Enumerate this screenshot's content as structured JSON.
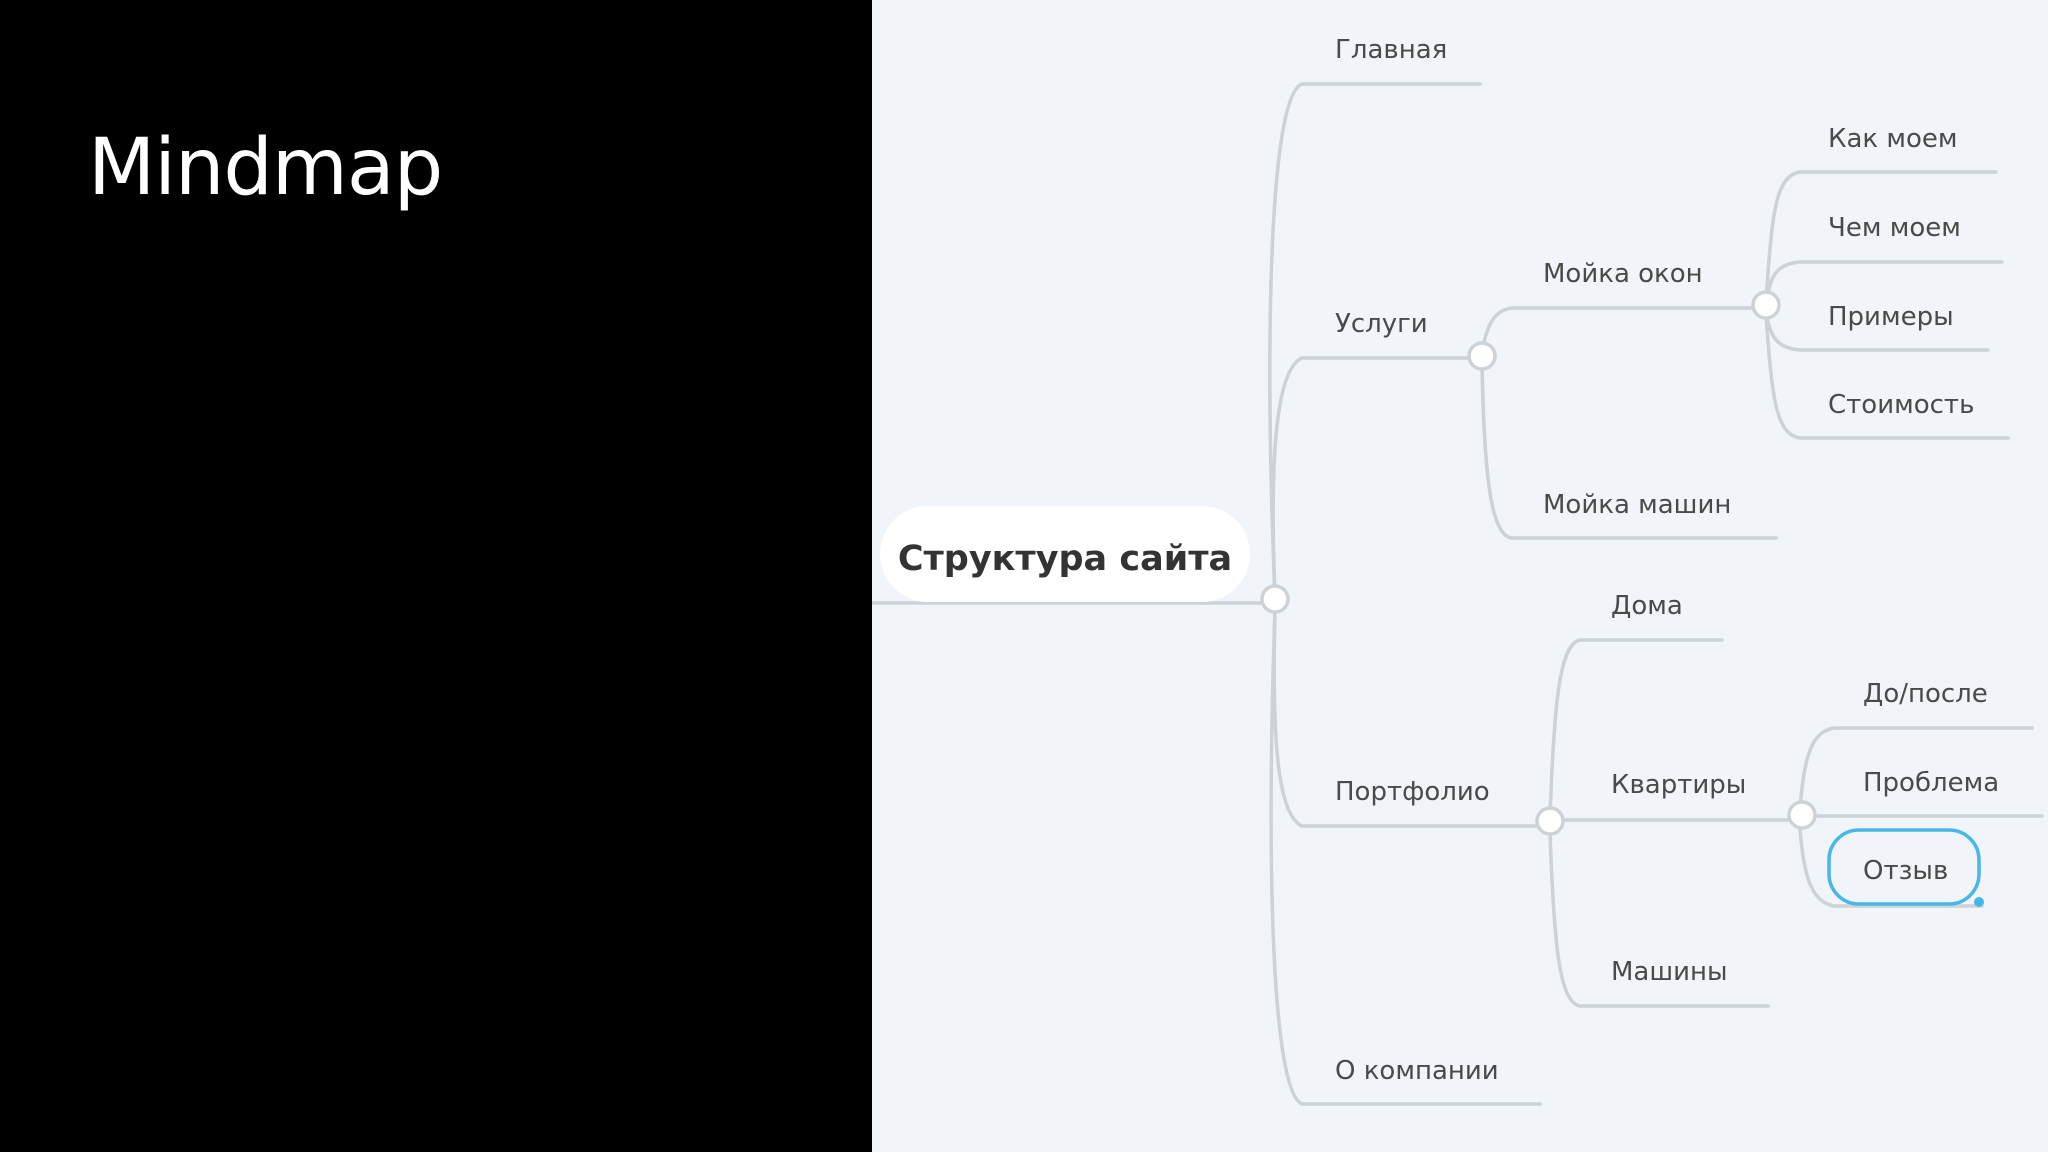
{
  "slide": {
    "title": "Mindmap"
  },
  "mindmap": {
    "root": "Структура сайта",
    "main_topics": [
      {
        "label": "Главная"
      },
      {
        "label": "Услуги",
        "children": [
          {
            "label": "Мойка окон",
            "children": [
              "Как моем",
              "Чем моем",
              "Примеры",
              "Стоимость"
            ]
          },
          {
            "label": "Мойка машин"
          }
        ]
      },
      {
        "label": "Портфолио",
        "children": [
          {
            "label": "Дома"
          },
          {
            "label": "Квартиры",
            "children": [
              "До/после",
              "Проблема",
              "Отзыв"
            ]
          },
          {
            "label": "Машины"
          }
        ]
      },
      {
        "label": "О компании"
      }
    ],
    "selected_topic": "Отзыв",
    "colors": {
      "background": "#f1f4f8",
      "branch": "#cdd2d7",
      "selection": "#46b7e8",
      "text": "#4a4a4a",
      "root_text": "#333333"
    }
  }
}
